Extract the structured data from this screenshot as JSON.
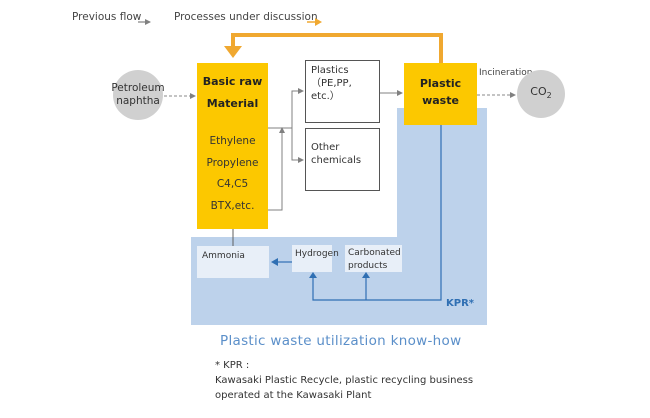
{
  "legend": {
    "previous_flow": "Previous flow",
    "processes_under_discussion": "Processes under discussion"
  },
  "colors": {
    "previous_flow_arrow": "#808080",
    "discussion_arrow": "#f0a830",
    "raw_material_fill": "#fcc800",
    "kpr_area": "#bdd2eb",
    "kpr_arrows": "#2f6fb3",
    "caption_text": "#5b8fc9"
  },
  "nodes": {
    "petroleum_naphtha": {
      "line1": "Petroleum",
      "line2": "naphtha"
    },
    "basic_raw_material": {
      "title1": "Basic raw",
      "title2": "Material",
      "items": [
        "Ethylene",
        "Propylene",
        "C4,C5",
        "BTX,etc."
      ]
    },
    "plastics": {
      "line1": "Plastics",
      "line2": "（PE,PP, etc.）"
    },
    "other_chemicals": {
      "line1": "Other",
      "line2": "chemicals"
    },
    "plastic_waste": {
      "line1": "Plastic",
      "line2": "waste"
    },
    "incineration_label": "Incineration",
    "co2": {
      "base": "CO",
      "subscript": "2"
    },
    "ammonia": "Ammonia",
    "hydrogen": "Hydrogen",
    "carbonated_products": {
      "line1": "Carbonated",
      "line2": "products"
    },
    "kpr_label": "KPR*"
  },
  "caption": "Plastic waste utilization know-how",
  "footnote": {
    "title": "* KPR :",
    "line1": "Kawasaki  Plastic Recycle, plastic recycling business",
    "line2": "operated at the Kawasaki Plant"
  }
}
